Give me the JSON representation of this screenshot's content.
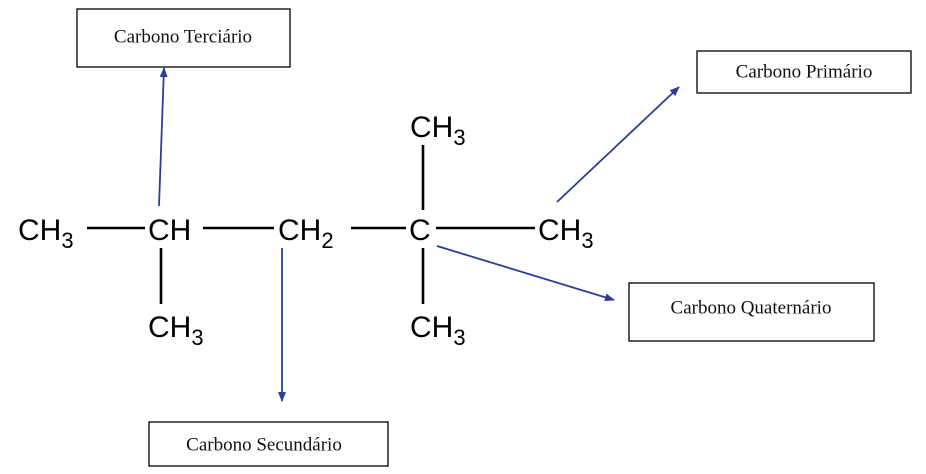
{
  "colors": {
    "bond": "#000000",
    "arrow": "#2b3f95",
    "box_border": "#000000",
    "background": "#ffffff"
  },
  "atoms": {
    "ch3_left": {
      "main": "CH",
      "sub": "3"
    },
    "ch": {
      "main": "CH",
      "sub": ""
    },
    "ch2": {
      "main": "CH",
      "sub": "2"
    },
    "c_quat": {
      "main": "C",
      "sub": ""
    },
    "ch3_right": {
      "main": "CH",
      "sub": "3"
    },
    "ch3_top": {
      "main": "CH",
      "sub": "3"
    },
    "ch3_below_ch": {
      "main": "CH",
      "sub": "3"
    },
    "ch3_below_c": {
      "main": "CH",
      "sub": "3"
    }
  },
  "labels": {
    "tertiary": "Carbono Terciário",
    "primary": "Carbono Primário",
    "quaternary": "Carbono Quaternário",
    "secondary": "Carbono Secundário"
  }
}
